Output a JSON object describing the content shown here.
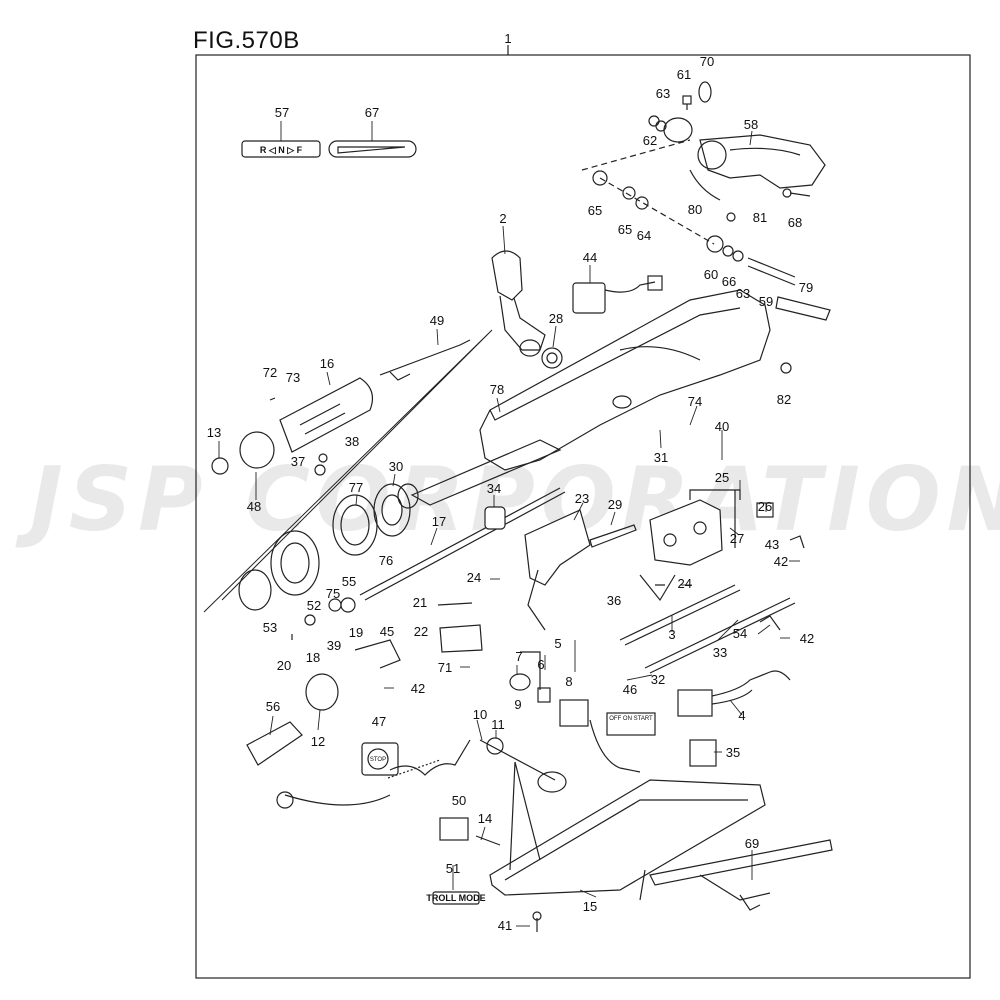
{
  "figure": {
    "title": "FIG.570B",
    "watermark": "JSP CORPORATION",
    "assembly_label": "1",
    "callouts": [
      "1",
      "2",
      "3",
      "4",
      "5",
      "6",
      "7",
      "8",
      "9",
      "10",
      "11",
      "12",
      "13",
      "14",
      "15",
      "16",
      "17",
      "18",
      "19",
      "20",
      "21",
      "22",
      "23",
      "24",
      "24",
      "25",
      "26",
      "27",
      "28",
      "29",
      "30",
      "31",
      "32",
      "33",
      "34",
      "35",
      "36",
      "37",
      "38",
      "39",
      "40",
      "41",
      "42",
      "42",
      "42",
      "43",
      "44",
      "45",
      "46",
      "47",
      "48",
      "49",
      "50",
      "51",
      "52",
      "53",
      "54",
      "55",
      "56",
      "57",
      "58",
      "59",
      "60",
      "61",
      "62",
      "63",
      "63",
      "64",
      "65",
      "65",
      "66",
      "67",
      "68",
      "69",
      "70",
      "71",
      "72",
      "73",
      "74",
      "75",
      "76",
      "77",
      "78",
      "79",
      "80",
      "81",
      "82"
    ],
    "decals": {
      "shift_decal": "R ◁ N ▷ F",
      "troll_mode": "TROLL MODE",
      "stop_switch": "STOP",
      "decal_46_headings": "OFF  ON  START"
    }
  }
}
